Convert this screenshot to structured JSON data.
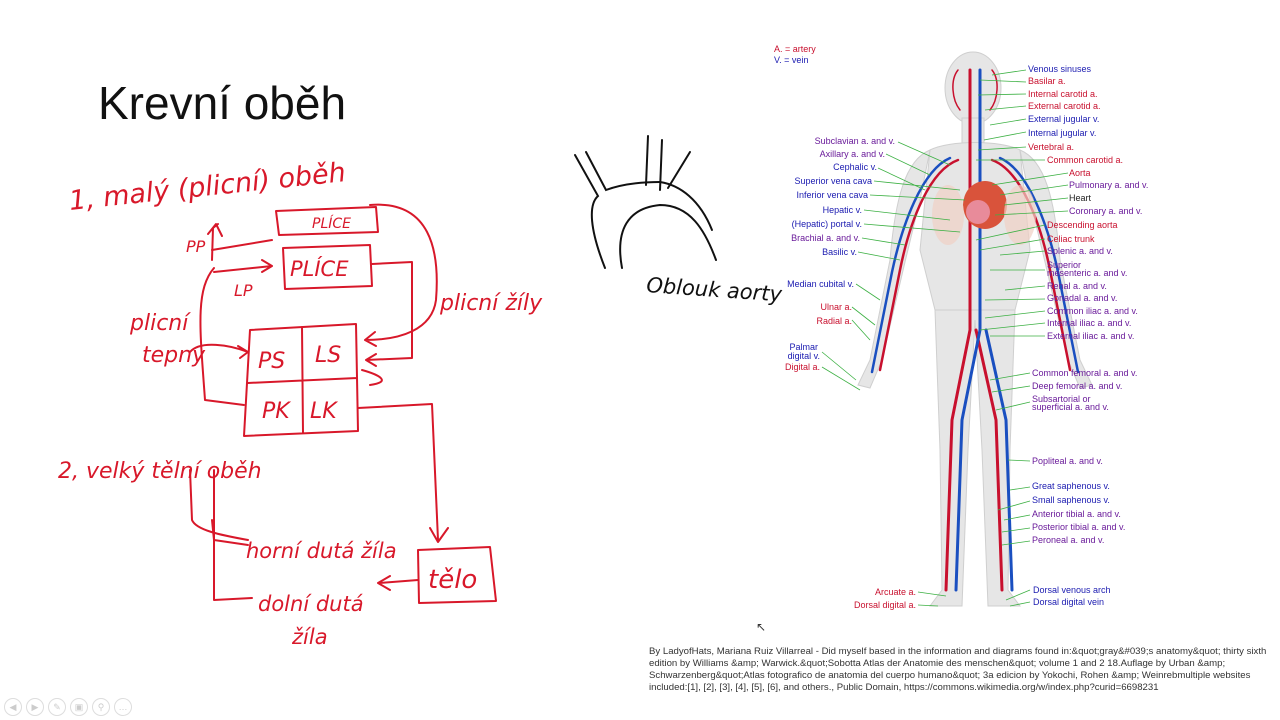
{
  "slide": {
    "title": "Krevní oběh"
  },
  "handwriting": {
    "small_circulation": "1, malý (plicní) oběh",
    "lungs_top": "PLÍCE",
    "lungs": "PLÍCE",
    "rv_abbrev": "PP",
    "lp": "LP",
    "pulmonary_arteries_1": "plicní",
    "pulmonary_arteries_2": "tepny",
    "pulmonary_veins": "plicní žíly",
    "ps": "PS",
    "ls": "LS",
    "pk": "PK",
    "lk": "LK",
    "big_circulation": "2, velký tělní oběh",
    "superior_vena_cava": "horní dutá žíla",
    "inferior_vena_cava_1": "dolní dutá",
    "inferior_vena_cava_2": "žíla",
    "body": "tělo",
    "aortic_arch": "Oblouk aorty"
  },
  "figure": {
    "legend_artery": "A. = artery",
    "legend_vein": "V. = vein",
    "labels_left": [
      {
        "text": "Subclavian a. and v.",
        "kind": "both"
      },
      {
        "text": "Axillary a. and v.",
        "kind": "both"
      },
      {
        "text": "Cephalic v.",
        "kind": "vein"
      },
      {
        "text": "Superior vena cava",
        "kind": "vein"
      },
      {
        "text": "Inferior vena cava",
        "kind": "vein"
      },
      {
        "text": "Hepatic v.",
        "kind": "vein"
      },
      {
        "text": "(Hepatic) portal v.",
        "kind": "vein"
      },
      {
        "text": "Brachial a. and v.",
        "kind": "both"
      },
      {
        "text": "Basilic v.",
        "kind": "vein"
      },
      {
        "text": "Median cubital v.",
        "kind": "vein"
      },
      {
        "text": "Ulnar a.",
        "kind": "art"
      },
      {
        "text": "Radial a.",
        "kind": "art"
      },
      {
        "text": "Palmar",
        "kind": "vein"
      },
      {
        "text": "digital v.",
        "kind": "vein"
      },
      {
        "text": "Digital a.",
        "kind": "art"
      },
      {
        "text": "Arcuate a.",
        "kind": "art"
      },
      {
        "text": "Dorsal digital a.",
        "kind": "art"
      }
    ],
    "labels_right": [
      {
        "text": "Venous sinuses",
        "kind": "vein"
      },
      {
        "text": "Basilar a.",
        "kind": "art"
      },
      {
        "text": "Internal carotid a.",
        "kind": "art"
      },
      {
        "text": "External carotid a.",
        "kind": "art"
      },
      {
        "text": "External jugular v.",
        "kind": "vein"
      },
      {
        "text": "Internal jugular v.",
        "kind": "vein"
      },
      {
        "text": "Vertebral a.",
        "kind": "art"
      },
      {
        "text": "Common carotid a.",
        "kind": "art"
      },
      {
        "text": "Aorta",
        "kind": "art"
      },
      {
        "text": "Pulmonary a. and v.",
        "kind": "both"
      },
      {
        "text": "Heart",
        "kind": "org"
      },
      {
        "text": "Coronary a. and v.",
        "kind": "both"
      },
      {
        "text": "Descending aorta",
        "kind": "art"
      },
      {
        "text": "Celiac trunk",
        "kind": "art"
      },
      {
        "text": "Splenic a. and v.",
        "kind": "both"
      },
      {
        "text": "Superior",
        "kind": "both"
      },
      {
        "text": "mesenteric a. and v.",
        "kind": "both"
      },
      {
        "text": "Renal a. and v.",
        "kind": "both"
      },
      {
        "text": "Gonadal a. and v.",
        "kind": "both"
      },
      {
        "text": "Common iliac a. and v.",
        "kind": "both"
      },
      {
        "text": "Internal iliac a. and v.",
        "kind": "both"
      },
      {
        "text": "External iliac a. and v.",
        "kind": "both"
      },
      {
        "text": "Common femoral a. and v.",
        "kind": "both"
      },
      {
        "text": "Deep femoral a. and v.",
        "kind": "both"
      },
      {
        "text": "Subsartorial or",
        "kind": "both"
      },
      {
        "text": "superficial a. and v.",
        "kind": "both"
      },
      {
        "text": "Popliteal a. and v.",
        "kind": "both"
      },
      {
        "text": "Great saphenous v.",
        "kind": "vein"
      },
      {
        "text": "Small saphenous v.",
        "kind": "vein"
      },
      {
        "text": "Anterior tibial a. and v.",
        "kind": "both"
      },
      {
        "text": "Posterior tibial a. and v.",
        "kind": "both"
      },
      {
        "text": "Peroneal a. and v.",
        "kind": "both"
      },
      {
        "text": "Dorsal venous arch",
        "kind": "vein"
      },
      {
        "text": "Dorsal digital vein",
        "kind": "vein"
      }
    ],
    "credit": "By LadyofHats, Mariana Ruiz Villarreal - Did myself based in the information and diagrams found in:&quot;gray&#039;s anatomy&quot; thirty sixth edition by Williams &amp; Warwick.&quot;Sobotta Atlas der Anatomie des menschen&quot; volume 1 and 2 18.Auflage by Urban &amp; Schwarzenberg&quot;Atlas fotografico de anatomia del cuerpo humano&quot; 3a edicion by Yokochi, Rohen &amp; Weinrebmultiple websites included:[1], [2], [3], [4], [5], [6], and others., Public Domain, https://commons.wikimedia.org/w/index.php?curid=6698231"
  },
  "colors": {
    "ink": "#d8182a",
    "artery": "#c8102e",
    "vein": "#1a1ab0",
    "mixed": "#6a1b9a"
  },
  "toolbar": [
    "previous-icon",
    "next-icon",
    "pen-icon",
    "pages-icon",
    "zoom-icon",
    "more-icon"
  ]
}
